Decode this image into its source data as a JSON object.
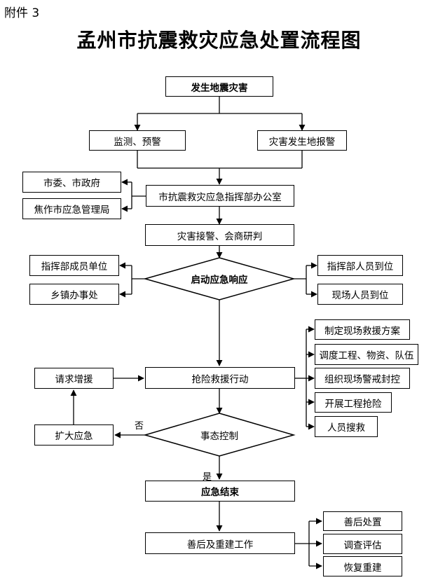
{
  "header": {
    "attachment": "附件 3",
    "title": "孟州市抗震救灾应急处置流程图"
  },
  "nodes": {
    "occurrence": "发生地震灾害",
    "monitoring": "监测、预警",
    "report_alarm": "灾害发生地报警",
    "party_government": "市委、市政府",
    "jiaozuo_bureau": "焦作市应急管理局",
    "command_office": "市抗震救灾应急指挥部办公室",
    "receive_consult": "灾害接警、会商研判",
    "start_response": "启动应急响应",
    "member_units": "指挥部成员单位",
    "township_offices": "乡镇办事处",
    "command_staff_arrive": "指挥部人员到位",
    "site_staff_arrive": "现场人员到位",
    "make_plan": "制定现场救援方案",
    "dispatch": "调度工程、物资、队伍",
    "cordon": "组织现场警戒封控",
    "engineering_rescue": "开展工程抢险",
    "search": "人员搜救",
    "request_support": "请求增援",
    "rescue_action": "抢险救援行动",
    "expand_response": "扩大应急",
    "situation_control": "事态控制",
    "response_end": "应急结束",
    "aftermath_rebuild": "善后及重建工作",
    "aftermath": "善后处置",
    "investigation": "调查评估",
    "reconstruction": "恢复重建"
  },
  "edges": {
    "no": "否",
    "yes": "是"
  }
}
